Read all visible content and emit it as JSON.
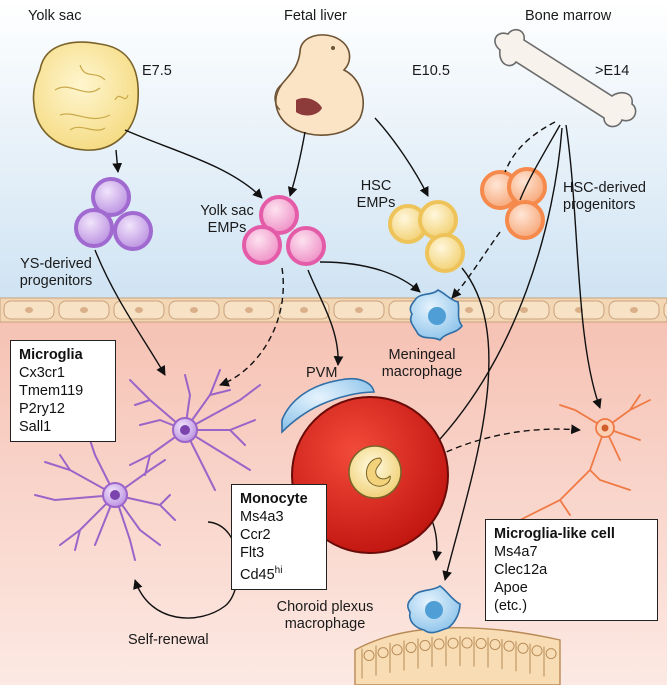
{
  "sources": {
    "yolk_sac": {
      "label": "Yolk sac",
      "stage": "E7.5"
    },
    "fetal_liver": {
      "label": "Fetal liver",
      "stage": "E10.5"
    },
    "bone_marrow": {
      "label": "Bone marrow",
      "stage": ">E14"
    }
  },
  "progenitors": {
    "ys_derived": "YS-derived progenitors",
    "ys_emps": "Yolk sac EMPs",
    "hsc_emps": "HSC EMPs",
    "hsc_derived": "HSC-derived progenitors"
  },
  "cells": {
    "pvm": "PVM",
    "meningeal": "Meningeal macrophage",
    "choroid": "Choroid plexus macrophage",
    "self_renewal": "Self-renewal"
  },
  "microglia": {
    "title": "Microglia",
    "markers": [
      "Cx3cr1",
      "Tmem119",
      "P2ry12",
      "Sall1"
    ]
  },
  "monocyte": {
    "title": "Monocyte",
    "markers": [
      "Ms4a3",
      "Ccr2",
      "Flt3"
    ],
    "cd45": "Cd45",
    "cd45_sup": "hi"
  },
  "microglia_like": {
    "title": "Microglia-like cell",
    "markers": [
      "Ms4a7",
      "Clec12a",
      "Apoe",
      "(etc.)"
    ]
  },
  "colors": {
    "top_bg": "#dcebf6",
    "bottom_bg": "#f7c9bd",
    "membrane": "#f3d6b4",
    "ys_progenitor": "#a06ad0",
    "ys_emp": "#e45ba8",
    "hsc_emp": "#eec45a",
    "hsc_progenitor": "#f58a4c",
    "microglia": "#9b64c8",
    "macrophage": "#4f9fd6",
    "monocyte_red": "#e0251f",
    "microglia_like": "#ef7a45"
  }
}
